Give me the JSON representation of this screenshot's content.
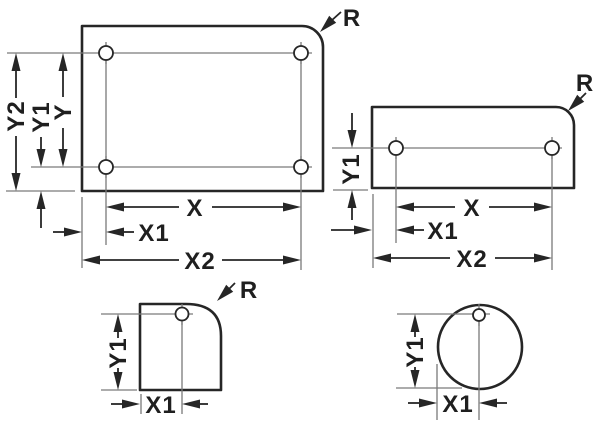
{
  "figure": {
    "type": "technical-dimension-drawing",
    "background": "#ffffff",
    "line_color": "#262626",
    "extension_line_color": "#7a7a7a",
    "views": [
      {
        "id": "panel-top-left",
        "shape": "rounded-corner-plate-4-holes",
        "labels": {
          "r": "R",
          "y2": "Y2",
          "y1": "Y1",
          "y": "Y",
          "x": "X",
          "x1": "X1",
          "x2": "X2"
        }
      },
      {
        "id": "panel-top-right",
        "shape": "rounded-corner-plate-2-holes",
        "labels": {
          "r": "R",
          "y1": "Y1",
          "x": "X",
          "x1": "X1",
          "x2": "X2"
        }
      },
      {
        "id": "panel-bottom-left",
        "shape": "rounded-corner-square-1-hole",
        "labels": {
          "r": "R",
          "y1": "Y1",
          "x1": "X1"
        }
      },
      {
        "id": "panel-bottom-right",
        "shape": "circle-1-hole",
        "labels": {
          "y1": "Y1",
          "x1": "X1"
        }
      }
    ]
  }
}
